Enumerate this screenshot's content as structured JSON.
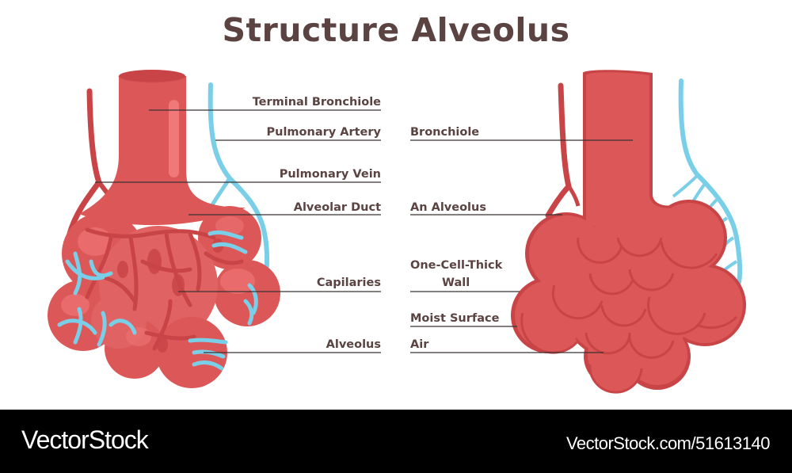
{
  "title": "Structure Alveolus",
  "colors": {
    "title_text": "#5a4341",
    "tissue_red": "#dc5858",
    "tissue_dark": "#c94446",
    "tissue_light": "#ee7373",
    "vein_blue": "#7acfe8",
    "leader_line": "#3a3333",
    "footer_bg": "#000000"
  },
  "left_diagram": {
    "name": "detailed-alveolus-with-capillaries",
    "labels": [
      {
        "text": "Terminal Bronchiole"
      },
      {
        "text": "Pulmonary Artery"
      },
      {
        "text": "Pulmonary Vein"
      },
      {
        "text": "Alveolar Duct"
      },
      {
        "text": "Capilaries"
      },
      {
        "text": "Alveolus"
      }
    ]
  },
  "right_diagram": {
    "name": "alveolar-sac-exterior",
    "labels": [
      {
        "text": "Bronchiole"
      },
      {
        "text": "An Alveolus"
      },
      {
        "text": "One-Cell-Thick",
        "text2": "Wall"
      },
      {
        "text": "Moist Surface"
      },
      {
        "text": "Air"
      }
    ]
  },
  "footer": {
    "brand": "VectorStock",
    "url": "VectorStock.com/51613140"
  }
}
